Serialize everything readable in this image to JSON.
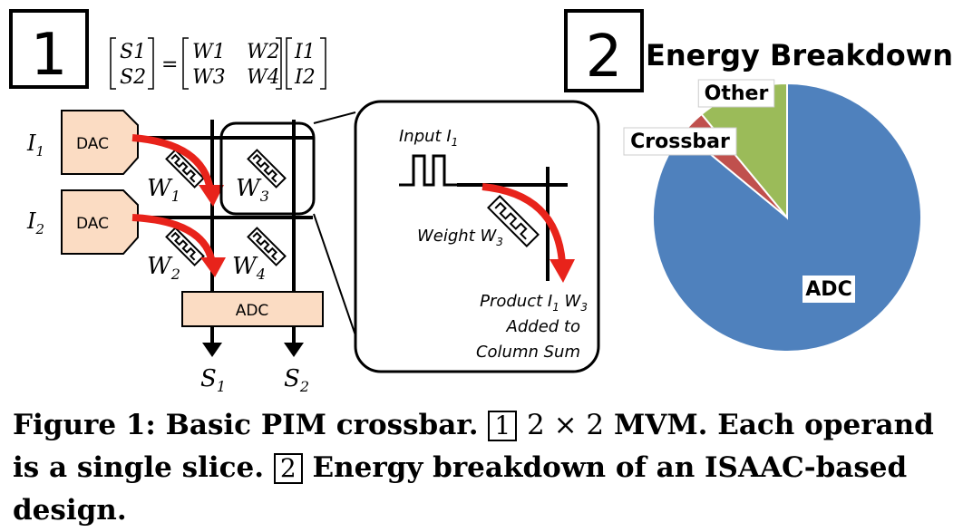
{
  "panel1": {
    "number": "1",
    "equation": {
      "lhs": [
        "S1",
        "S2"
      ],
      "matrix": [
        [
          "W1",
          "W2"
        ],
        [
          "W3",
          "W4"
        ]
      ],
      "rhs": [
        "I1",
        "I2"
      ]
    },
    "inputs": [
      {
        "label_var": "I",
        "label_sub": "1",
        "dac": "DAC"
      },
      {
        "label_var": "I",
        "label_sub": "2",
        "dac": "DAC"
      }
    ],
    "weights": [
      {
        "var": "W",
        "sub": "1"
      },
      {
        "var": "W",
        "sub": "3"
      },
      {
        "var": "W",
        "sub": "2"
      },
      {
        "var": "W",
        "sub": "4"
      }
    ],
    "adc": "ADC",
    "outputs": [
      {
        "var": "S",
        "sub": "1"
      },
      {
        "var": "S",
        "sub": "2"
      }
    ],
    "zoom": {
      "input_text": "Input I",
      "input_sub": "1",
      "weight_text": "Weight W",
      "weight_sub": "3",
      "product_line1": "Product I",
      "product_sub1": "1",
      "product_w": " W",
      "product_sub2": "3",
      "product_line2": "Added to",
      "product_line3": "Column Sum"
    }
  },
  "panel2": {
    "number": "2",
    "title": "Energy Breakdown"
  },
  "chart_data": {
    "type": "pie",
    "title": "Energy Breakdown",
    "slices": [
      {
        "label": "ADC",
        "value": 86,
        "color": "#4f81bd"
      },
      {
        "label": "Crossbar",
        "value": 3,
        "color": "#c0504d"
      },
      {
        "label": "Other",
        "value": 11,
        "color": "#9bbb59"
      }
    ]
  },
  "caption": {
    "lead": "Figure 1: Basic PIM crossbar.",
    "box1": "1",
    "part1a": "2 × 2",
    "part1b": " MVM. Each operand is a single slice.",
    "box2": "2",
    "part2": " Energy breakdown of an ISAAC-based design."
  }
}
